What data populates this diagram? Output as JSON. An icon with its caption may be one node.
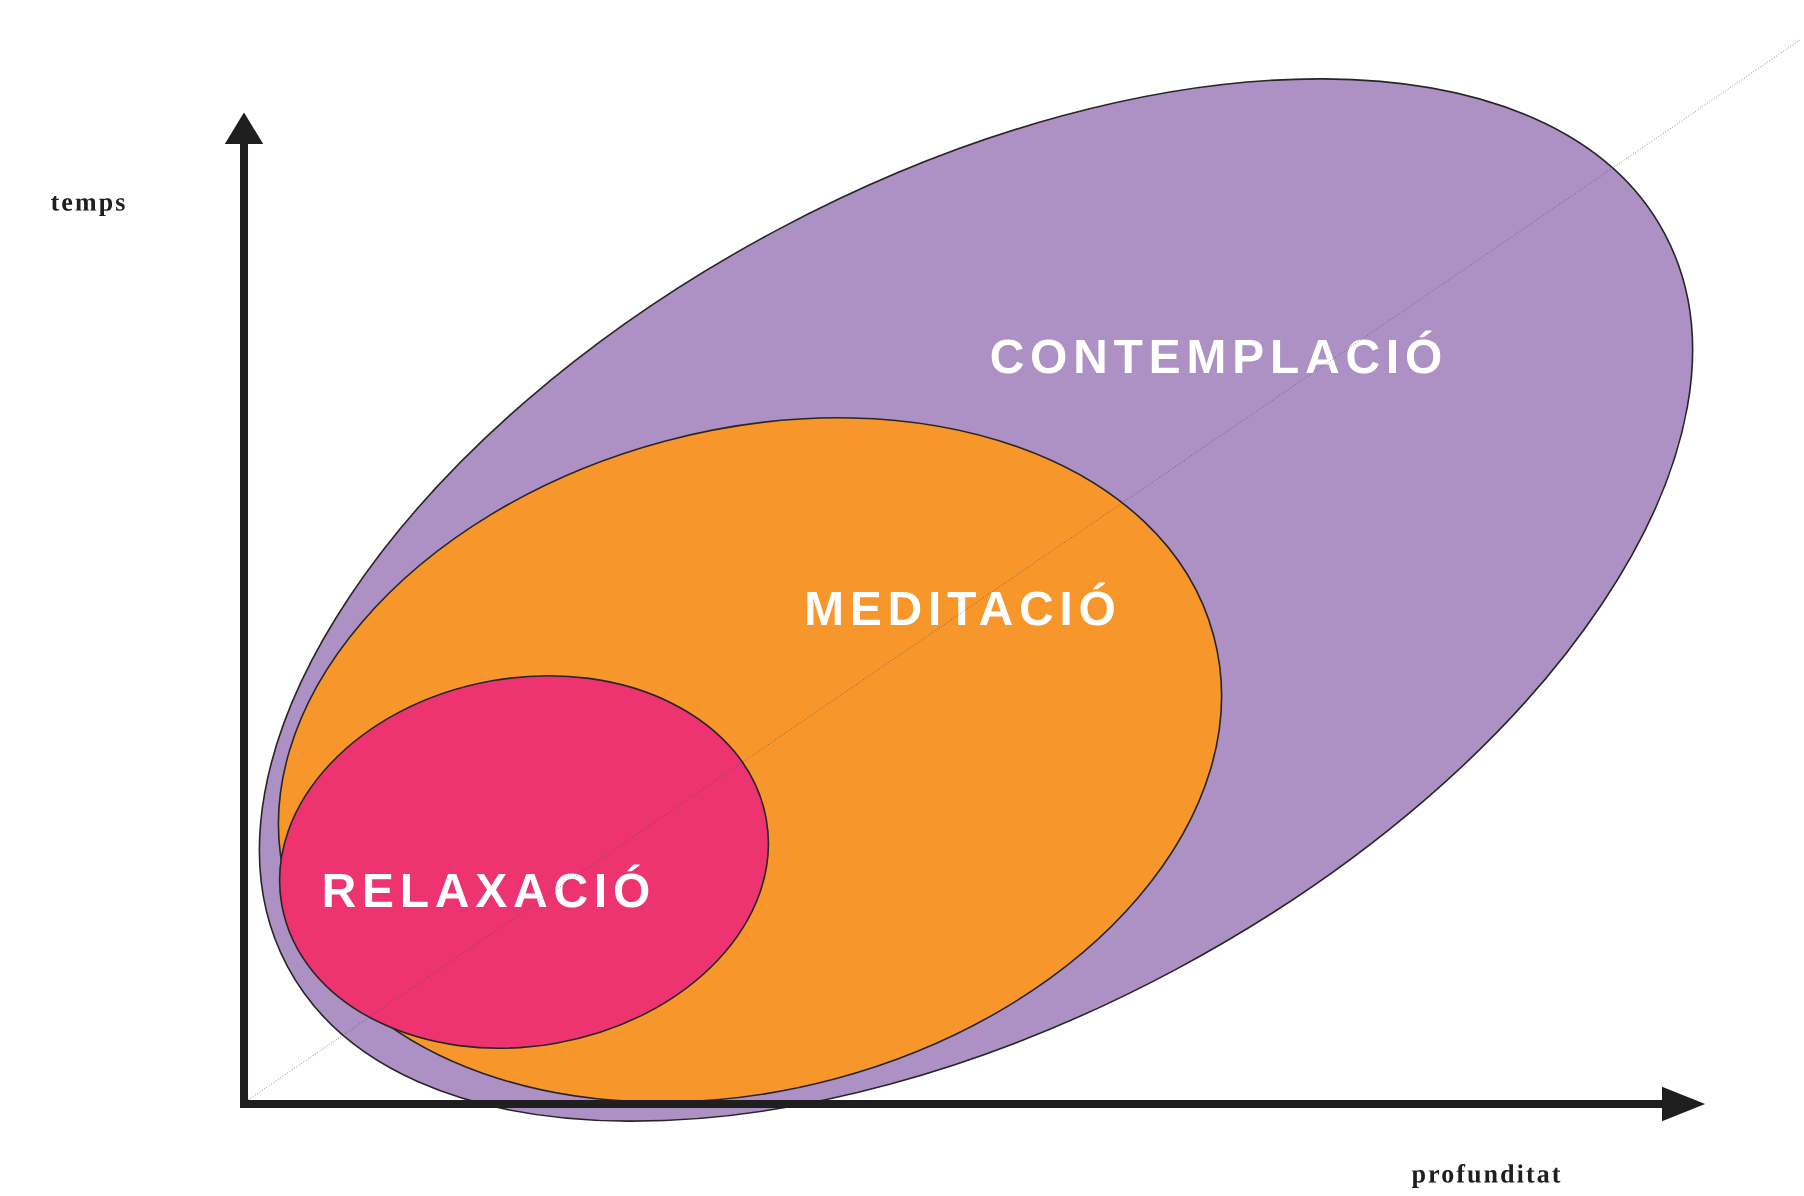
{
  "diagram": {
    "nodes": [
      {
        "text": [
          "CONTEMPLACIÓ"
        ]
      },
      {
        "text": [
          "MEDITACIÓ"
        ],
        "in": 0
      },
      {
        "text": [
          "RELAXACIÓ"
        ],
        "in": 1
      }
    ],
    "edges": [],
    "labels": [
      "temps",
      "profunditat"
    ]
  }
}
